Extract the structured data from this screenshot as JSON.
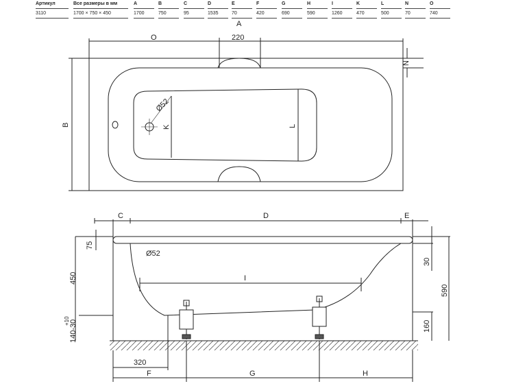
{
  "table": {
    "headers": [
      "Артикул",
      "Все размеры в мм",
      "A",
      "B",
      "C",
      "D",
      "E",
      "F",
      "G",
      "H",
      "I",
      "K",
      "L",
      "N",
      "O"
    ],
    "values": [
      "3110",
      "1700 × 750 × 450",
      "1700",
      "750",
      "95",
      "1535",
      "70",
      "420",
      "690",
      "590",
      "1260",
      "470",
      "500",
      "70",
      "740"
    ]
  },
  "top_view": {
    "A": "A",
    "B": "B",
    "O": "O",
    "w220": "220",
    "d52": "Ø52",
    "K": "K",
    "L": "L",
    "N": "N"
  },
  "side_view": {
    "C": "C",
    "D": "D",
    "E": "E",
    "h75": "75",
    "d52": "Ø52",
    "h450": "450",
    "I": "I",
    "h30": "30",
    "h590": "590",
    "h160": "160",
    "h140": "140-30",
    "tol": "+10",
    "w320": "320",
    "F": "F",
    "G": "G",
    "H": "H"
  }
}
